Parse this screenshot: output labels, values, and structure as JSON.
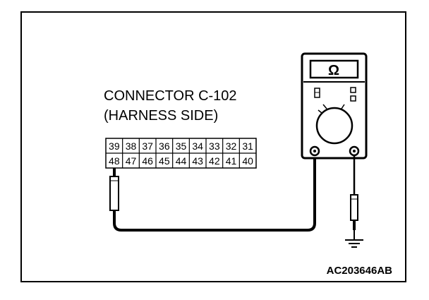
{
  "connector": {
    "line1": "CONNECTOR C-102",
    "line2": "(HARNESS SIDE)",
    "top_row": [
      "39",
      "38",
      "37",
      "36",
      "35",
      "34",
      "33",
      "32",
      "31"
    ],
    "bottom_row": [
      "48",
      "47",
      "46",
      "45",
      "44",
      "43",
      "42",
      "41",
      "40"
    ]
  },
  "meter": {
    "symbol": "Ω"
  },
  "figure_code": "AC203646AB"
}
